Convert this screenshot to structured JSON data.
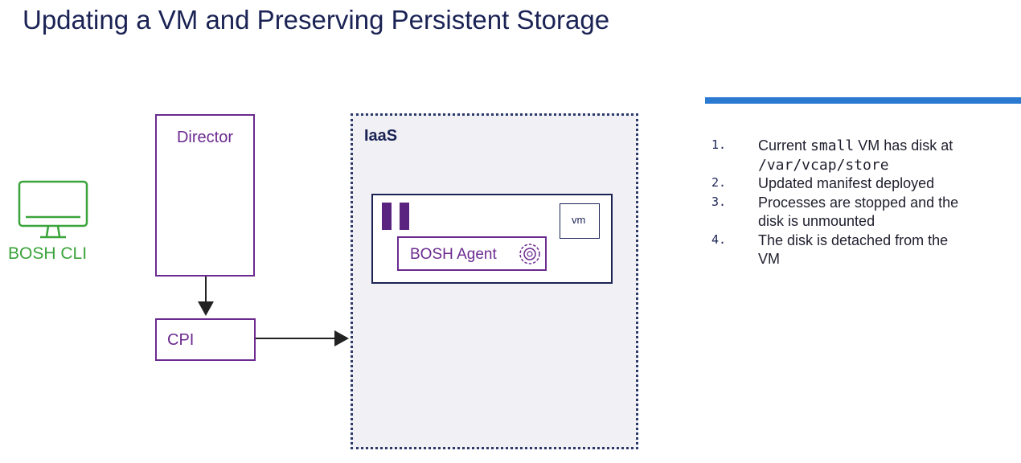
{
  "slide": {
    "title": "Updating a VM and Preserving Persistent Storage"
  },
  "bosh_cli": {
    "label": "BOSH CLI",
    "icon": "monitor-icon",
    "color": "#3aa33a"
  },
  "director": {
    "label": "Director",
    "icon": "gears-pipeline-icon",
    "color": "#6b2a8f"
  },
  "cpi": {
    "label": "CPI",
    "icon": "cpi-check-gear-icon"
  },
  "iaas": {
    "label": "IaaS",
    "vm_tag": "vm",
    "agent_label": "BOSH Agent",
    "agent_icon": "gear-icon",
    "disk_icon": "database-disk-icon",
    "color": "#1b2355"
  },
  "steps": [
    {
      "num": "1.",
      "before": "Current ",
      "code1": "small",
      "middle": " VM has disk at ",
      "code2": "/var/vcap/store"
    },
    {
      "num": "2.",
      "text": "Updated manifest deployed"
    },
    {
      "num": "3.",
      "text": "Processes are stopped and the disk is unmounted"
    },
    {
      "num": "4.",
      "text": "The disk is detached from the VM"
    }
  ],
  "accent_color": "#2a7ad2"
}
